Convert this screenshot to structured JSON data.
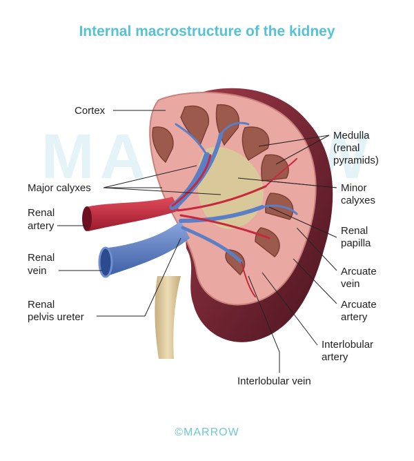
{
  "title": "Internal macrostructure of the kidney",
  "watermark": "MARROW",
  "labels": {
    "cortex": "Cortex",
    "medulla_1": "Medulla",
    "medulla_2": "(renal",
    "medulla_3": "pyramids)",
    "major_calyxes": "Major calyxes",
    "minor_calyxes_1": "Minor",
    "minor_calyxes_2": "calyxes",
    "renal_artery_1": "Renal",
    "renal_artery_2": "artery",
    "renal_papilla_1": "Renal",
    "renal_papilla_2": "papilla",
    "renal_vein_1": "Renal",
    "renal_vein_2": "vein",
    "arcuate_vein_1": "Arcuate",
    "arcuate_vein_2": "vein",
    "arcuate_artery_1": "Arcuate",
    "arcuate_artery_2": "artery",
    "renal_pelvis_ureter_1": "Renal",
    "renal_pelvis_ureter_2": "pelvis ureter",
    "interlobular_artery_1": "Interlobular",
    "interlobular_artery_2": "artery",
    "interlobular_vein": "Interlobular vein"
  },
  "footer": "©MARROW",
  "colors": {
    "title": "#57c2d6",
    "cortex": "#e9a8a2",
    "capsule": "#7a2733",
    "pyramid": "#9b5a4c",
    "pelvis": "#d9c89a",
    "artery": "#c8283c",
    "vein": "#5a7fc4",
    "ureter": "#d8c39a"
  }
}
